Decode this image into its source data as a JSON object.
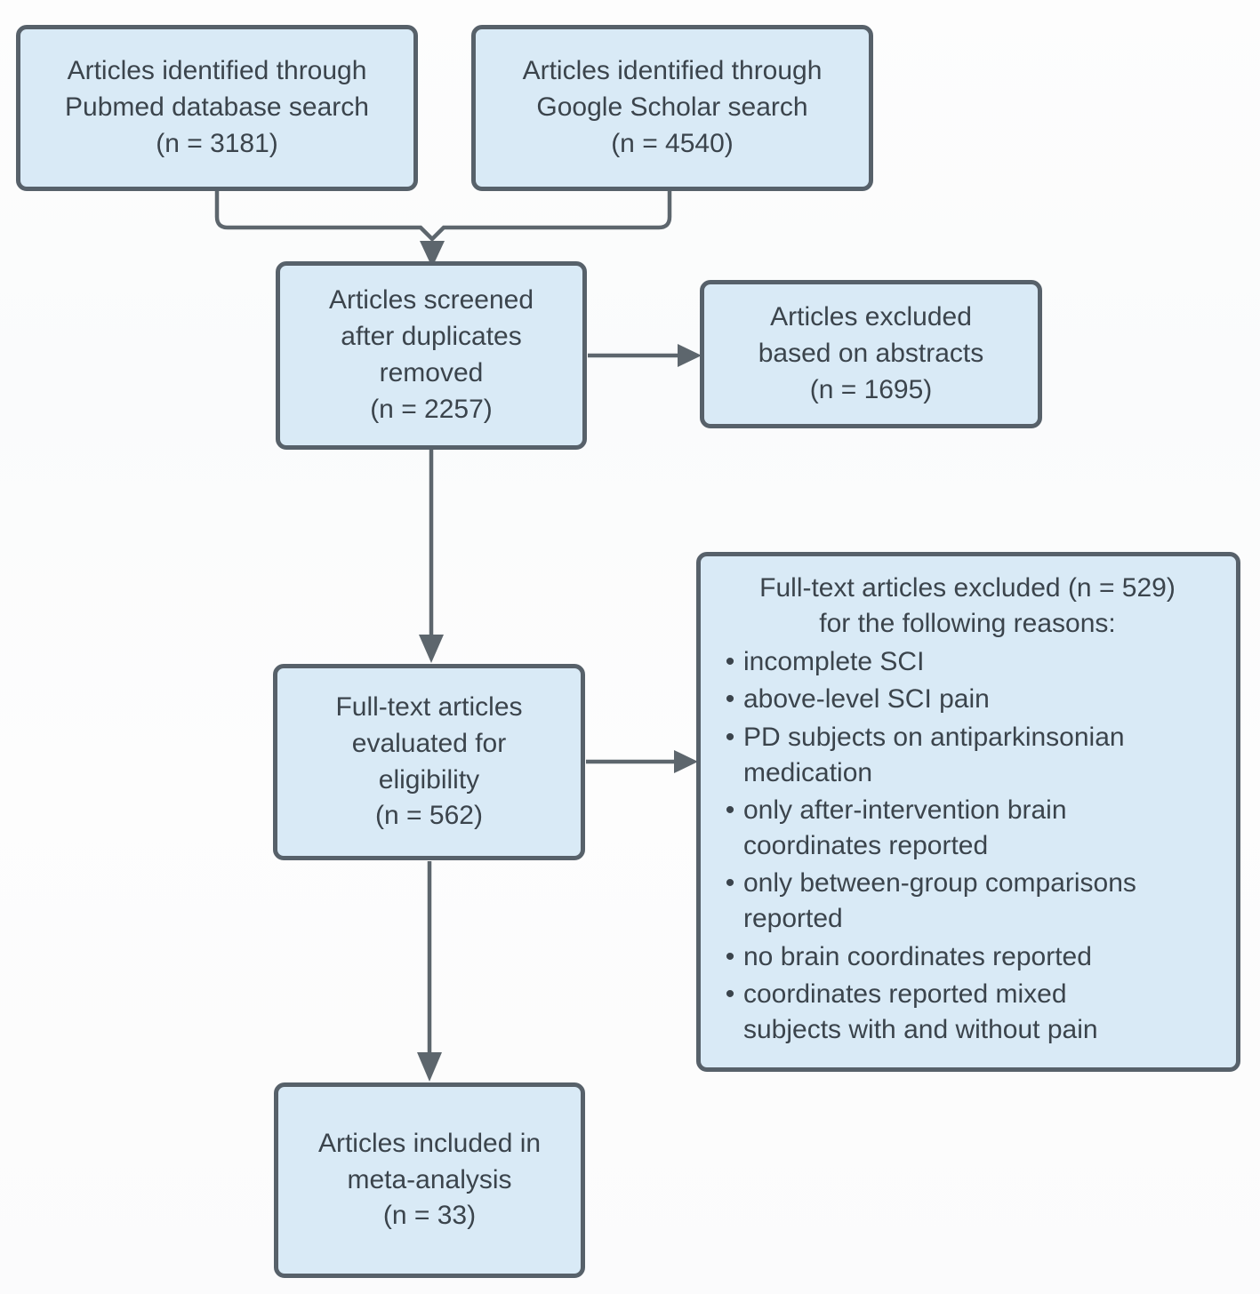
{
  "diagram": {
    "type": "flowchart",
    "subject": "PRISMA article selection flow",
    "colors": {
      "box_fill": "#d9eaf6",
      "box_border": "#57616a",
      "connector": "#5d666d",
      "text": "#3b444c",
      "background": "#fdfdfd"
    },
    "bullet_char": "•",
    "boxes": {
      "pubmed": {
        "label": "Articles identified through\nPubmed database search\n(n = 3181)"
      },
      "scholar": {
        "label": "Articles identified through\nGoogle Scholar search\n(n = 4540)"
      },
      "screened": {
        "label": "Articles screened\nafter duplicates\nremoved\n(n = 2257)"
      },
      "abstracts_excluded": {
        "label": "Articles excluded\nbased on abstracts\n(n = 1695)"
      },
      "fulltext_evaluated": {
        "label": "Full-text articles\nevaluated for\neligibility\n(n = 562)"
      },
      "fulltext_excluded": {
        "title": "Full-text articles excluded (n = 529)\nfor the following reasons:",
        "reasons": [
          " incomplete SCI",
          "above-level SCI pain",
          "PD subjects on antiparkinsonian\nmedication",
          "only after-intervention brain\ncoordinates reported",
          "only between-group comparisons\nreported",
          "no brain coordinates reported",
          "coordinates reported mixed\nsubjects with and without pain"
        ]
      },
      "included": {
        "label": "Articles included in\nmeta-analysis\n(n = 33)"
      }
    }
  }
}
